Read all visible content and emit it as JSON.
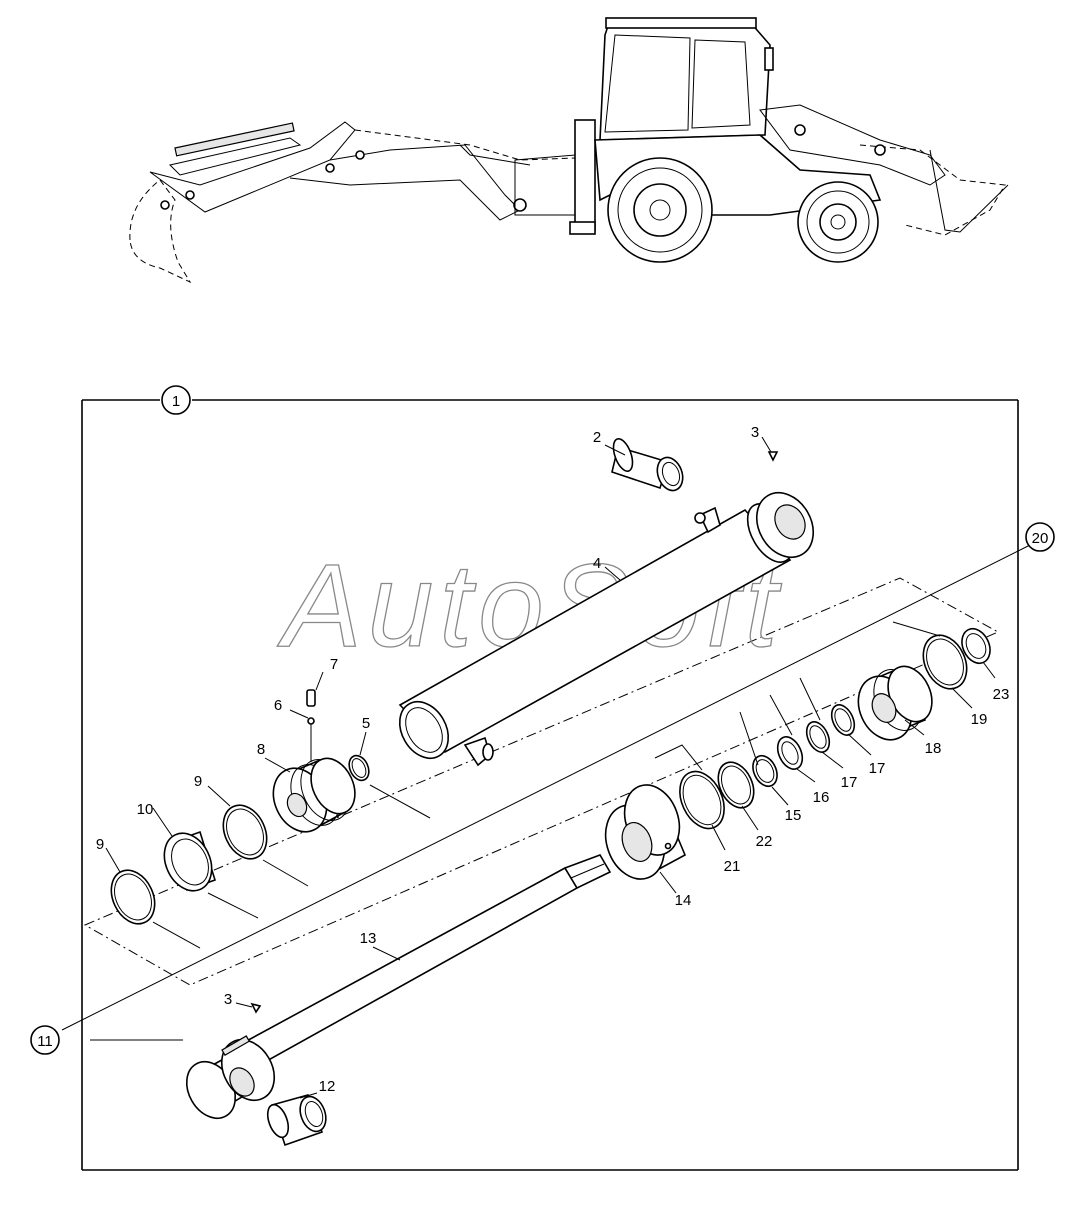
{
  "watermark": "AutoSoft",
  "callouts": {
    "c1": "1",
    "c2": "2",
    "c3a": "3",
    "c3b": "3",
    "c4": "4",
    "c5": "5",
    "c6": "6",
    "c7": "7",
    "c8": "8",
    "c9a": "9",
    "c9b": "9",
    "c10": "10",
    "c11": "11",
    "c12": "12",
    "c13": "13",
    "c14": "14",
    "c15": "15",
    "c16": "16",
    "c17a": "17",
    "c17b": "17",
    "c18": "18",
    "c19": "19",
    "c20": "20",
    "c21": "21",
    "c22": "22",
    "c23": "23"
  }
}
